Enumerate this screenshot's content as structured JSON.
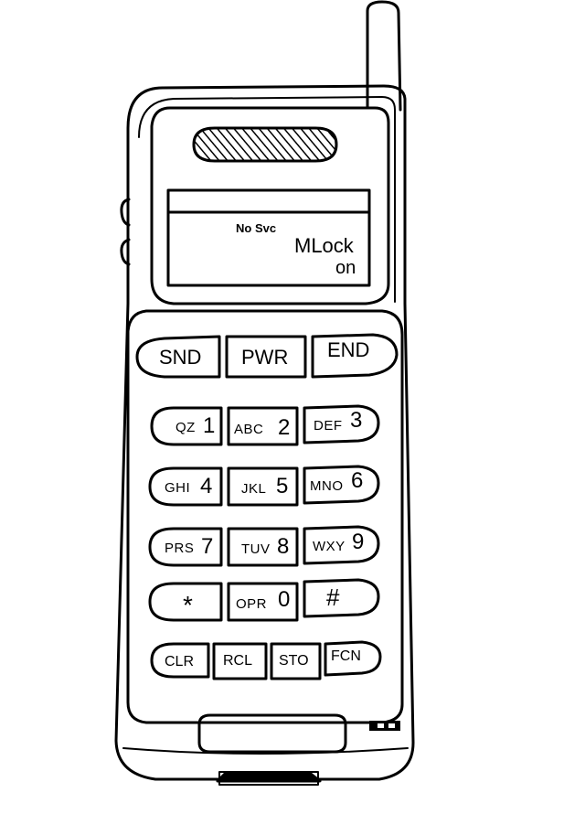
{
  "display": {
    "status": "No Svc",
    "line1": "MLock",
    "line2": "on"
  },
  "keys": {
    "send": "SND",
    "power": "PWR",
    "end": "END",
    "k1": {
      "letters": "QZ",
      "digit": "1"
    },
    "k2": {
      "letters": "ABC",
      "digit": "2"
    },
    "k3": {
      "letters": "DEF",
      "digit": "3"
    },
    "k4": {
      "letters": "GHI",
      "digit": "4"
    },
    "k5": {
      "letters": "JKL",
      "digit": "5"
    },
    "k6": {
      "letters": "MNO",
      "digit": "6"
    },
    "k7": {
      "letters": "PRS",
      "digit": "7"
    },
    "k8": {
      "letters": "TUV",
      "digit": "8"
    },
    "k9": {
      "letters": "WXY",
      "digit": "9"
    },
    "star": "*",
    "k0": {
      "letters": "OPR",
      "digit": "0"
    },
    "hash": "#",
    "clear": "CLR",
    "recall": "RCL",
    "store": "STO",
    "function": "FCN"
  },
  "icons": {
    "antenna": "antenna-icon",
    "earpiece": "earpiece-icon",
    "microphone": "microphone-icon",
    "battery": "battery-icon",
    "charging-contact": "charging-contact-icon"
  },
  "colors": {
    "ink": "#000000",
    "paper": "#ffffff"
  }
}
